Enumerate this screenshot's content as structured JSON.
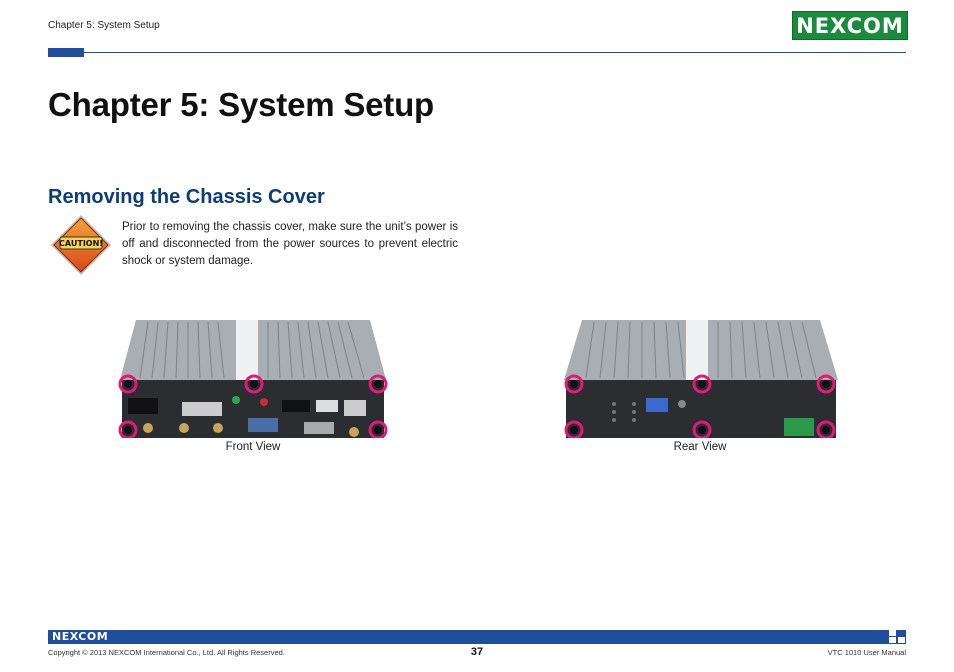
{
  "header": {
    "chapter_label": "Chapter 5: System Setup",
    "logo_text": "NEXCOM"
  },
  "main": {
    "chapter_title": "Chapter 5: System Setup",
    "section_title": "Removing the Chassis Cover",
    "caution_badge": "CAUTION!",
    "caution_text": "Prior to removing the chassis cover, make sure the unit’s power is off and disconnected from the power sources to prevent electric shock or system damage.",
    "photos": [
      {
        "caption": "Front View"
      },
      {
        "caption": "Rear View"
      }
    ]
  },
  "footer": {
    "logo_text": "NEXCOM",
    "copyright": "Copyright © 2013 NEXCOM International Co., Ltd. All Rights Reserved.",
    "page_number": "37",
    "manual_name": "VTC 1010 User Manual"
  },
  "colors": {
    "brand_blue": "#1f4e9c",
    "brand_green": "#1a8a3c",
    "section_blue": "#0b3d7a",
    "screw_marker": "#e0197d",
    "caution_orange": "#e8601c"
  }
}
